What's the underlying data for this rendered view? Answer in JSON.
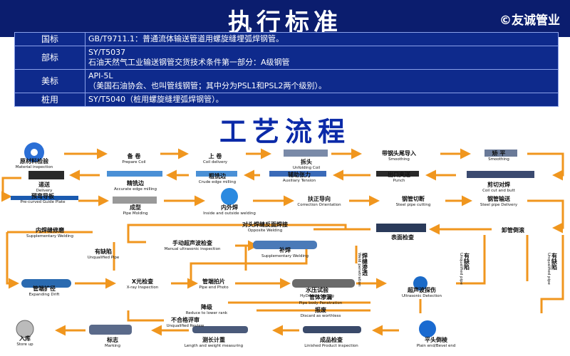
{
  "header": {
    "title": "执行标准",
    "brand": "©友诚管业"
  },
  "standards": [
    {
      "label": "国标",
      "lines": [
        "GB/T9711.1：普通流体输送管道用螺旋缝埋弧焊钢管。"
      ]
    },
    {
      "label": "部标",
      "lines": [
        "SY/T5037",
        "石油天然气工业输送钢管交货技术条件第一部分：A级钢管"
      ]
    },
    {
      "label": "美标",
      "lines": [
        "API-5L",
        "（美国石油协会、也叫管线钢管；其中分为PSL1和PSL2两个级别）。"
      ]
    },
    {
      "label": "桩用",
      "lines": [
        "SY/T5040（桩用螺旋缝埋弧焊钢管）。"
      ]
    }
  ],
  "process": {
    "title": "工艺流程",
    "nodes": {
      "material_inspection": {
        "cn": "原材料检验",
        "en": "Material inspection"
      },
      "prepare_coil": {
        "cn": "备 卷",
        "en": "Prepare  Coil"
      },
      "coil_delivery": {
        "cn": "上 卷",
        "en": "Coil  delivery"
      },
      "unfolding_coil": {
        "cn": "拆头",
        "en": "Unfolding Coil"
      },
      "smoothing_lead": {
        "cn": "带钢头尾导入",
        "en": "Smoothing"
      },
      "smoothing": {
        "cn": "矫 平",
        "en": "Smoothing"
      },
      "coil_cut_butt": {
        "cn": "剪切对焊",
        "en": "Coil cut and butt"
      },
      "punch": {
        "cn": "出口夹送",
        "en": "Punch"
      },
      "auxiliary_tension": {
        "cn": "辅助张力",
        "en": "Auxiliary Tension"
      },
      "crude_edge_milling": {
        "cn": "粗铣边",
        "en": "Crude edge milling"
      },
      "accurate_edge_milling": {
        "cn": "精铣边",
        "en": "Accurate edge milling"
      },
      "delivery": {
        "cn": "递送",
        "en": "Delivery"
      },
      "pre_curved_guide_plate": {
        "cn": "预弯导板",
        "en": "Pre-curved Guide Plate"
      },
      "pipe_molding": {
        "cn": "成型",
        "en": "Pipe Molding"
      },
      "inside_outside_welding": {
        "cn": "内外焊",
        "en": "Inside and outside welding"
      },
      "correction_orientation": {
        "cn": "扶正导向",
        "en": "Correction Orientation"
      },
      "steel_pipe_cutting": {
        "cn": "钢管切断",
        "en": "Steel pipe cutting"
      },
      "steel_pipe_delivery": {
        "cn": "钢管输送",
        "en": "Steel pipe Delivery"
      },
      "unloading": {
        "cn": "卸管倒滚"
      },
      "surface_inspection": {
        "cn": "表面检查"
      },
      "opposite_welding": {
        "cn": "对头焊缝反面焊接",
        "en": "Opposite Welding"
      },
      "inner_supplementary_welding": {
        "cn": "内焊缝修磨",
        "en": "Supplementary Welding"
      },
      "manual_ultrasonic": {
        "cn": "手动超声波检查",
        "en": "Manual ultrasonic inspection"
      },
      "supplementary_welding": {
        "cn": "补焊",
        "en": "Supplementary Welding"
      },
      "unqualified_pipe": {
        "cn": "有缺陷",
        "en": "Unqualified Pipe"
      },
      "expanding_drift": {
        "cn": "管端扩径",
        "en": "Expanding Drift"
      },
      "xray_inspection": {
        "cn": "X光检查",
        "en": "X-ray Inspection"
      },
      "pipe_photo": {
        "cn": "管端拍片",
        "en": "Pipe end Photo"
      },
      "hydraulic_testing": {
        "cn": "水压试验",
        "en": "HyDraulic testing"
      },
      "pipe_body_penetration": {
        "cn": "管体渗漏",
        "en": "Pipe body Penetration"
      },
      "ultrasonic_detection": {
        "cn": "超声波探伤",
        "en": "Ultrasonic Detection"
      },
      "reduce_rank": {
        "cn": "降级",
        "en": "Reduce to lower rank"
      },
      "discard": {
        "cn": "报废",
        "en": "Discard as worthless"
      },
      "unqualified_review": {
        "cn": "不合格评审",
        "en": "Unqualified Review"
      },
      "store_up": {
        "cn": "入库",
        "en": "Store up"
      },
      "marking": {
        "cn": "标志",
        "en": "Marking"
      },
      "length_weight": {
        "cn": "测长计重",
        "en": "Length and weight measuring"
      },
      "finished_inspection": {
        "cn": "成品检查",
        "en": "Linished Product inspection"
      },
      "plain_end_bevel": {
        "cn": "平头倒棱",
        "en": "Plain end/Bevel end"
      }
    },
    "vertical_labels": {
      "weld_leak": {
        "cn": "焊缝渗透",
        "en": "Weld penetration"
      },
      "unqualified_left": {
        "cn": "有缺陷",
        "en": "Unqualified pipe"
      },
      "unqualified_right": {
        "cn": "有缺陷",
        "en": "Unqualified pipe"
      }
    }
  },
  "colors": {
    "header_bg": "#0b1d6e",
    "table_bg": "#0e2a8c",
    "title_blue": "#0b2aa8",
    "arrow": "#f0961e"
  }
}
